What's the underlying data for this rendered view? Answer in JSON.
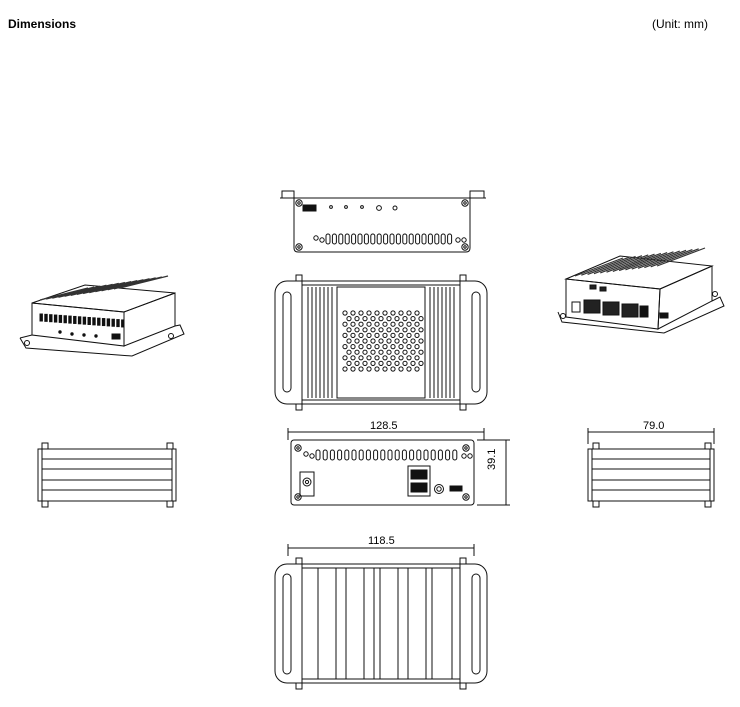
{
  "header": {
    "title": "Dimensions",
    "unit": "(Unit: mm)"
  },
  "dimensions": {
    "length_front": "128.5",
    "height": "39.1",
    "width": "79.0",
    "length_bottom": "118.5"
  }
}
